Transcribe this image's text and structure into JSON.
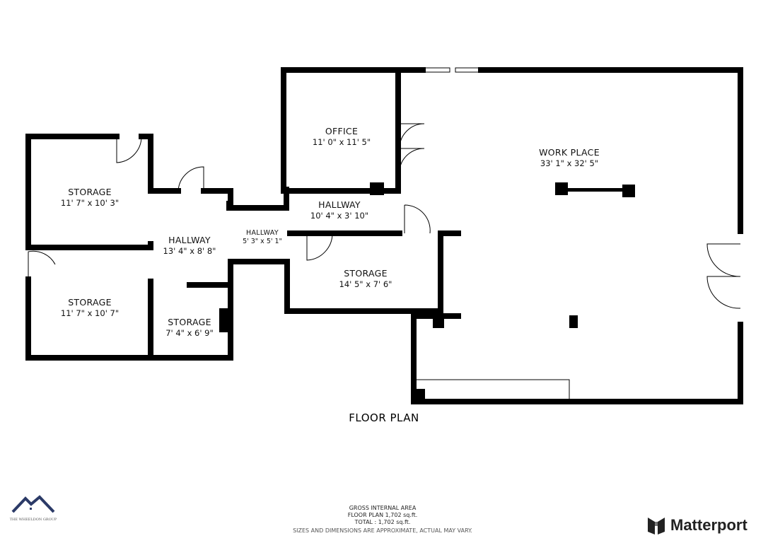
{
  "title": "FLOOR PLAN",
  "rooms": [
    {
      "name": "OFFICE",
      "dims": "11' 0\" x 11' 5\""
    },
    {
      "name": "WORK PLACE",
      "dims": "33' 1\" x 32' 5\""
    },
    {
      "name": "STORAGE",
      "dims": "11' 7\" x 10' 3\""
    },
    {
      "name": "HALLWAY",
      "dims": "10' 4\" x 3' 10\""
    },
    {
      "name": "HALLWAY",
      "dims": "13' 4\" x 8' 8\""
    },
    {
      "name": "HALLWAY",
      "dims": "5' 3\" x 5' 1\""
    },
    {
      "name": "STORAGE",
      "dims": "14' 5\" x 7' 6\""
    },
    {
      "name": "STORAGE",
      "dims": "11' 7\" x 10' 7\""
    },
    {
      "name": "STORAGE",
      "dims": "7' 4\" x 6' 9\""
    }
  ],
  "area": {
    "heading": "GROSS INTERNAL AREA",
    "floor_plan": "FLOOR PLAN 1,702 sq.ft.",
    "total": "TOTAL :  1,702 sq.ft.",
    "disclaimer": "SIZES AND DIMENSIONS ARE APPROXIMATE, ACTUAL MAY VARY."
  },
  "logo": {
    "text": "THE WHEELDON GROUP"
  },
  "brand": {
    "name": "Matterport",
    "icon": "matterport-logo-icon"
  },
  "colors": {
    "wall": "#000000",
    "logo_roof": "#2b3a67"
  }
}
